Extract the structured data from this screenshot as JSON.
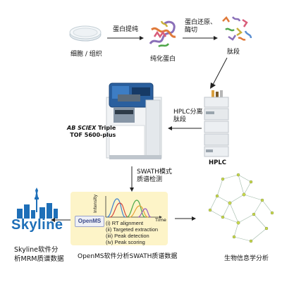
{
  "steps": {
    "cells_label": "细胞 / 组织",
    "extract_label": "蛋白提纯",
    "purified_label": "纯化蛋白",
    "reduce_digest_label": "蛋白还原、\n酶切",
    "peptides_label": "肽段",
    "hplc_sep_label": "HPLC分离\n肽段",
    "hplc_label": "HPLC",
    "instrument_label_1": "AB SCIEX Triple",
    "instrument_label_2": "TOF 5600-plus",
    "swath_label": "SWATH模式\n质谱检测",
    "skyline_label_1": "Skyline软件分",
    "skyline_label_2": "析MRM质谱数据",
    "openms_label": "OpenMS软件分析SWATH质谱数据",
    "bioinfo_label": "生物信息学分析"
  },
  "skyline_logo": {
    "text": "Skyline"
  },
  "openms_panel": {
    "logo_text": "OpenMS",
    "axis_y": "Intensity",
    "axis_x": "Time",
    "items": [
      "(i)  RT alignment",
      "(ii)  Targeted extraction",
      "(iii) Peak detection",
      "(iv) Peak scoring"
    ]
  },
  "colors": {
    "arrow": "#222222",
    "skyline_blue": "#1e6fb8",
    "openms_bg": "#fdf4c8"
  }
}
